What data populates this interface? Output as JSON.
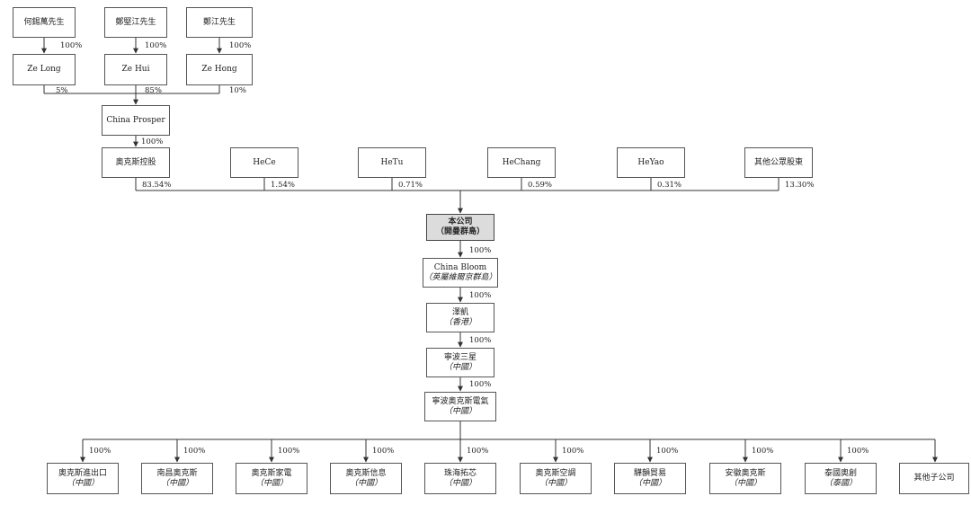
{
  "top_owners": [
    {
      "name": "何錫萬先生",
      "pct": "100%"
    },
    {
      "name": "鄭堅江先生",
      "pct": "100%"
    },
    {
      "name": "鄭江先生",
      "pct": "100%"
    }
  ],
  "holding_cos": [
    {
      "name": "Ze Long",
      "pct": "5%"
    },
    {
      "name": "Ze Hui",
      "pct": "85%"
    },
    {
      "name": "Ze Hong",
      "pct": "10%"
    }
  ],
  "china_prosper": {
    "name": "China Prosper",
    "pct": "100%"
  },
  "shareholders": [
    {
      "name": "奧克斯控股",
      "pct": "83.54%"
    },
    {
      "name": "HeCe",
      "pct": "1.54%"
    },
    {
      "name": "HeTu",
      "pct": "0.71%"
    },
    {
      "name": "HeChang",
      "pct": "0.59%"
    },
    {
      "name": "HeYao",
      "pct": "0.31%"
    },
    {
      "name": "其他公眾股東",
      "pct": "13.30%"
    }
  ],
  "company": {
    "name": "本公司",
    "sub": "（開曼群島）"
  },
  "chain": [
    {
      "name": "China Bloom",
      "sub": "（英屬維爾京群島）",
      "pct": "100%"
    },
    {
      "name": "澤凱",
      "sub": "（香港）",
      "pct": "100%"
    },
    {
      "name": "寧波三星",
      "sub": "（中國）",
      "pct": "100%"
    },
    {
      "name": "寧波奧克斯電氣",
      "sub": "（中國）",
      "pct": "100%"
    }
  ],
  "subsidiaries": [
    {
      "name": "奧克斯進出口",
      "sub": "（中國）",
      "pct": "100%"
    },
    {
      "name": "南昌奧克斯",
      "sub": "（中國）",
      "pct": "100%"
    },
    {
      "name": "奧克斯家電",
      "sub": "（中國）",
      "pct": "100%"
    },
    {
      "name": "奧克斯信息",
      "sub": "（中國）",
      "pct": "100%"
    },
    {
      "name": "珠海拓芯",
      "sub": "（中國）",
      "pct": "100%"
    },
    {
      "name": "奧克斯空調",
      "sub": "（中國）",
      "pct": "100%"
    },
    {
      "name": "驊韻貿易",
      "sub": "（中國）",
      "pct": "100%"
    },
    {
      "name": "安徽奧克斯",
      "sub": "（中國）",
      "pct": "100%"
    },
    {
      "name": "泰國奧創",
      "sub": "（泰國）",
      "pct": "100%"
    },
    {
      "name": "其他子公司",
      "sub": "",
      "pct": ""
    }
  ],
  "colors": {
    "line": "#333333",
    "box_border": "#555555",
    "highlight_fill": "#dcdcdc"
  }
}
